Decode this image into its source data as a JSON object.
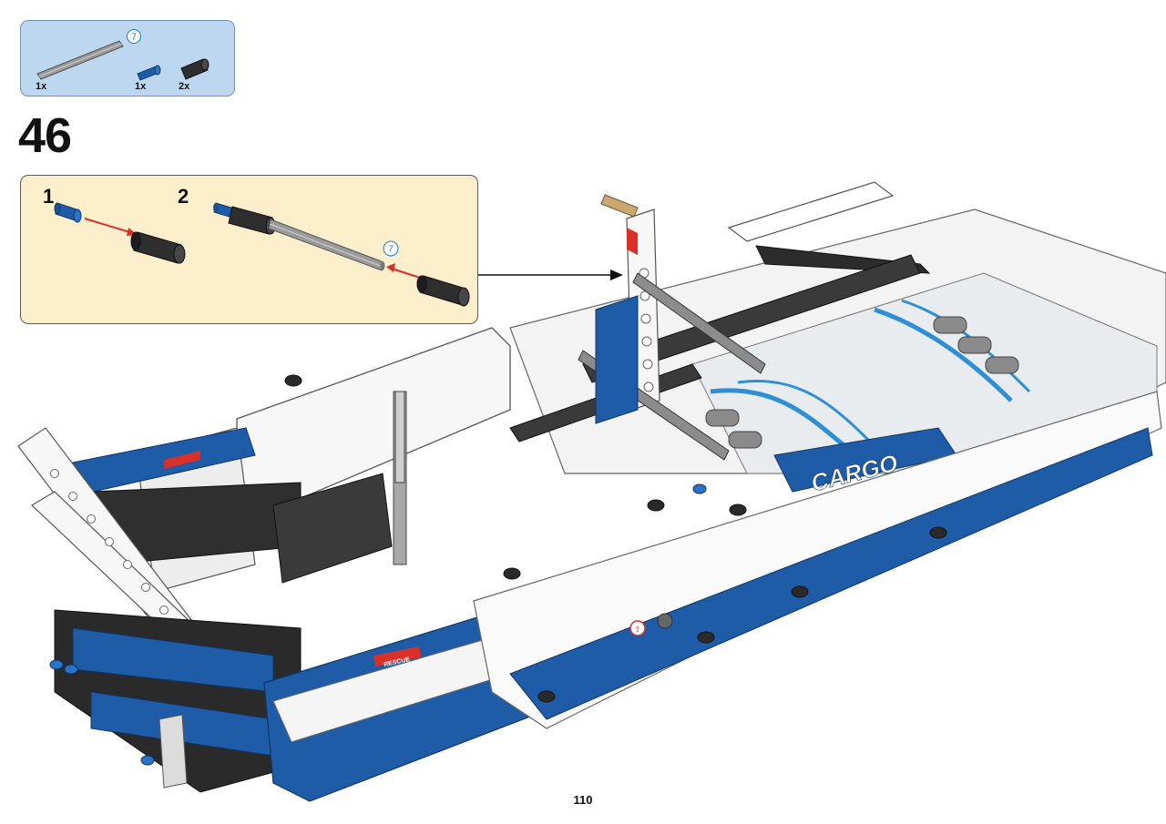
{
  "parts_list": {
    "items": [
      {
        "name": "axle",
        "quantity": "1x",
        "length_badge": "7",
        "color": "#9a9a9a"
      },
      {
        "name": "axle-pin",
        "quantity": "1x",
        "color": "#1f5ca8"
      },
      {
        "name": "connector",
        "quantity": "2x",
        "color": "#2f2f2f"
      }
    ],
    "background": "#bcd7ef"
  },
  "step": {
    "number": "46"
  },
  "substeps": {
    "background": "#fdefcb",
    "items": [
      {
        "label": "1"
      },
      {
        "label": "2",
        "length_badge": "7"
      }
    ]
  },
  "colors": {
    "technic_white": "#f4f4f4",
    "technic_blue": "#1f5ca8",
    "technic_dark_gray": "#3a3a3a",
    "technic_light_gray": "#a8a8a8",
    "arrow_red": "#d9302a",
    "tan": "#c9a870"
  },
  "model": {
    "decals": {
      "cargo": "CARGO",
      "rescue": "RESCUE",
      "arrow_marker": "⇧"
    }
  },
  "page": {
    "number": "110"
  }
}
